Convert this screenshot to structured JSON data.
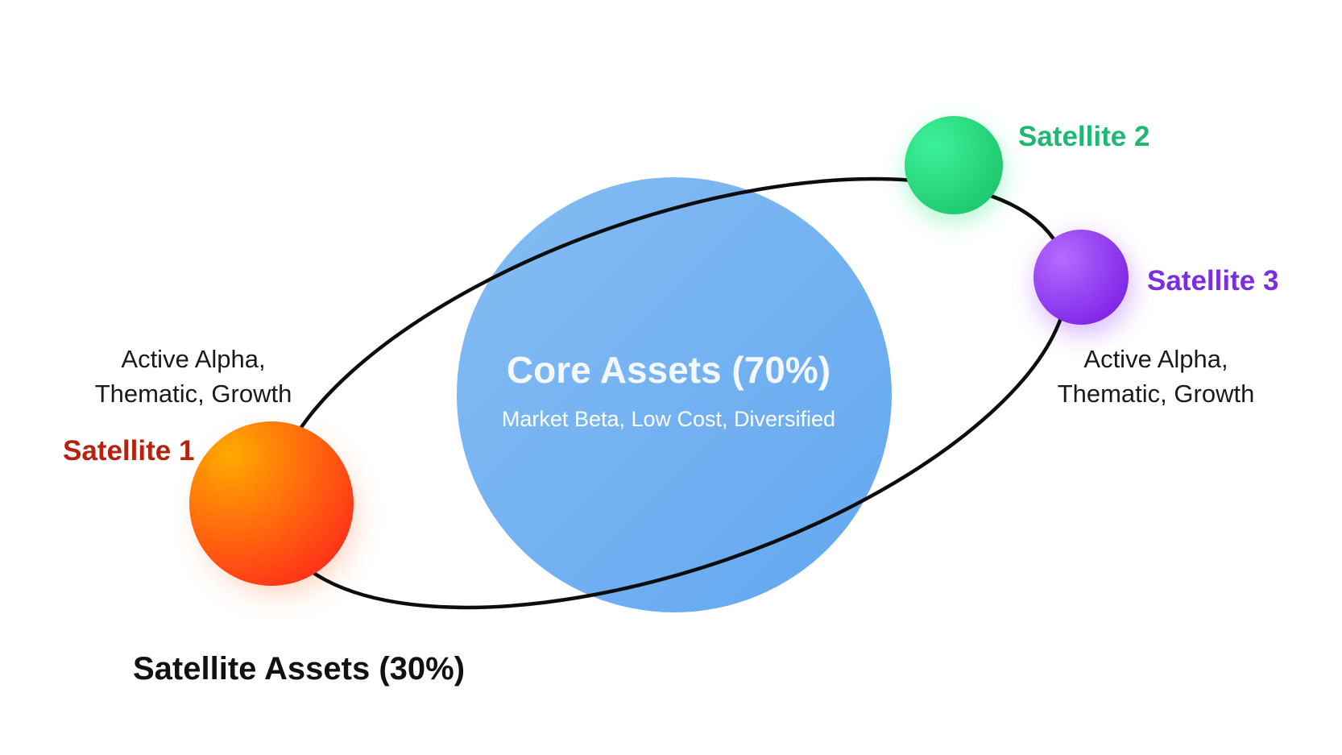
{
  "core": {
    "title": "Core Assets (70%)",
    "subtitle": "Market Beta, Low Cost, Diversified",
    "color": "#6aaef0"
  },
  "satellites": [
    {
      "name": "Satellite 1",
      "color": "#b3230f",
      "sphere_colors": [
        "#ffaa00",
        "#ff2a1a"
      ]
    },
    {
      "name": "Satellite 2",
      "color": "#1fb873",
      "sphere_colors": [
        "#3df29a",
        "#1cc46a"
      ]
    },
    {
      "name": "Satellite 3",
      "color": "#7a2ee0",
      "sphere_colors": [
        "#b56bff",
        "#7a1fe6"
      ]
    }
  ],
  "descriptions": {
    "left_line1": "Active Alpha,",
    "left_line2": "Thematic, Growth",
    "right_line1": "Active Alpha,",
    "right_line2": "Thematic, Growth"
  },
  "footer": {
    "label": "Satellite Assets (30%)"
  }
}
